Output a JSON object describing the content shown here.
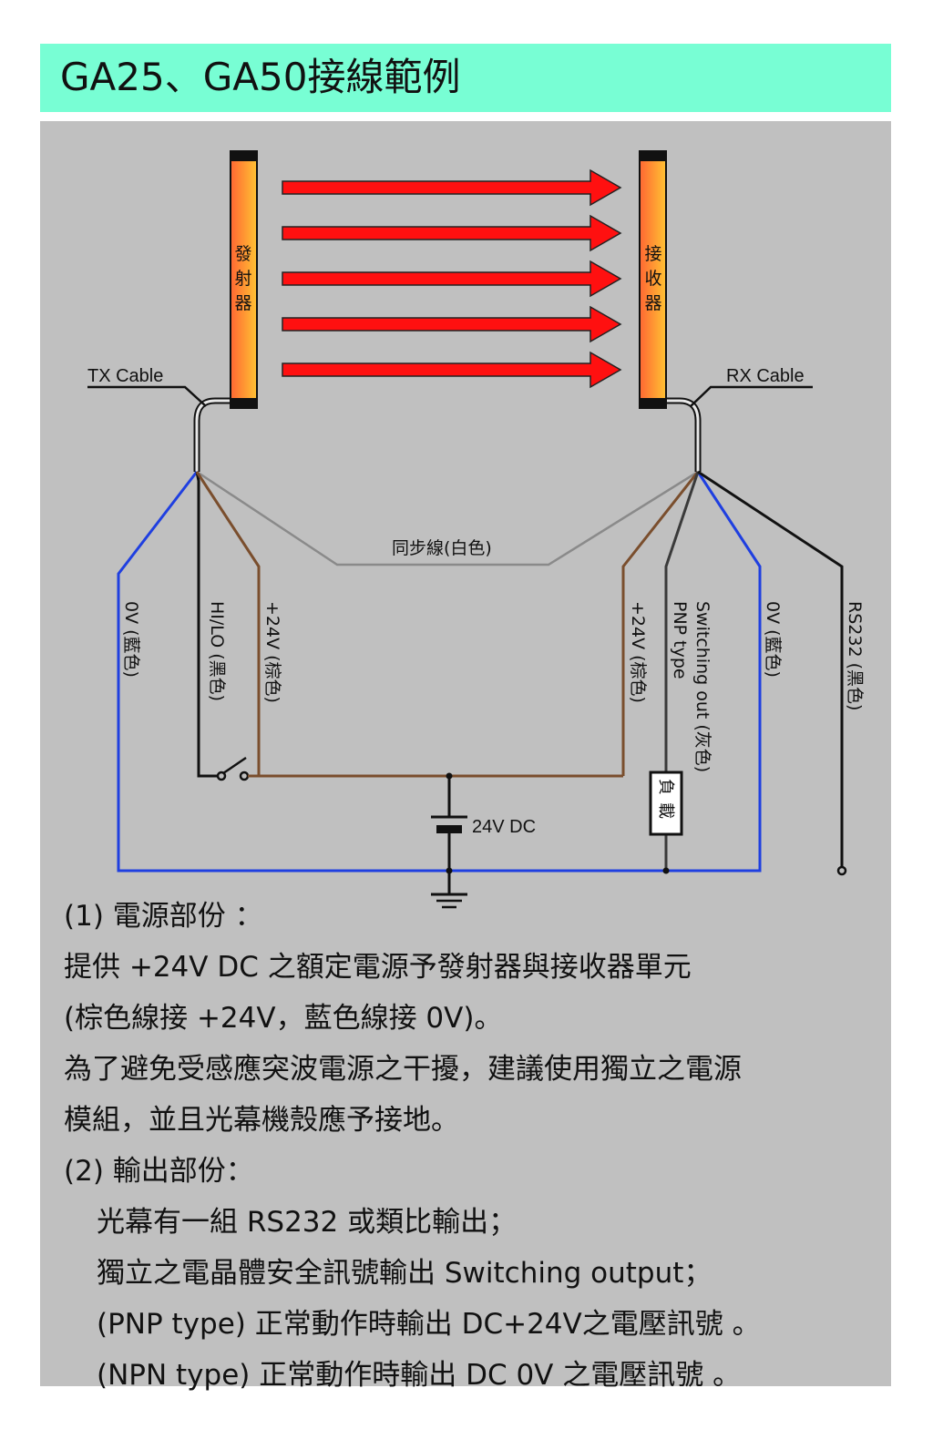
{
  "title": "GA25、GA50接線範例",
  "colors": {
    "title_bg": "#78fed4",
    "panel_bg": "#c0c0c0",
    "wire_blue": "#1f3fe0",
    "wire_brown": "#7a4e2d",
    "wire_gray": "#8a8a8a",
    "wire_dark_gray": "#3a3a3a",
    "wire_black": "#111111",
    "beam_red": "#ff1010",
    "bar_gradient_start": "#ff6a33",
    "bar_gradient_end": "#ffbf33"
  },
  "diagram": {
    "transmitter_label": "發射器",
    "receiver_label": "接收器",
    "tx_cable_label": "TX Cable",
    "rx_cable_label": "RX Cable",
    "sync_wire_label": "同步線(白色)",
    "beam_count": 5,
    "wire_labels": {
      "tx_0v": "0V (藍色)",
      "tx_hilo": "HI/LO (黑色)",
      "tx_24v": "+24V (棕色)",
      "rx_24v": "+24V (棕色)",
      "rx_switching_line1": "Switching out (灰色)",
      "rx_switching_line2": "PNP type",
      "rx_0v": "0V (藍色)",
      "rx_rs232": "RS232 (黑色)"
    },
    "power_label": "24V DC",
    "load_label": "負載"
  },
  "notes": {
    "section1_heading": "(1) 電源部份 ：",
    "section1_lines": [
      "提供 +24V DC 之額定電源予發射器與接收器單元",
      "(棕色線接 +24V，藍色線接 0V)。",
      "為了避免受感應突波電源之干擾，建議使用獨立之電源",
      "模組，並且光幕機殼應予接地。"
    ],
    "section2_heading": "(2) 輸出部份：",
    "section2_lines": [
      "光幕有一組 RS232 或類比輸出；",
      "獨立之電晶體安全訊號輸出 Switching output；",
      "(PNP type) 正常動作時輸出 DC+24V之電壓訊號 。",
      "(NPN type) 正常動作時輸出 DC 0V 之電壓訊號 。"
    ]
  }
}
